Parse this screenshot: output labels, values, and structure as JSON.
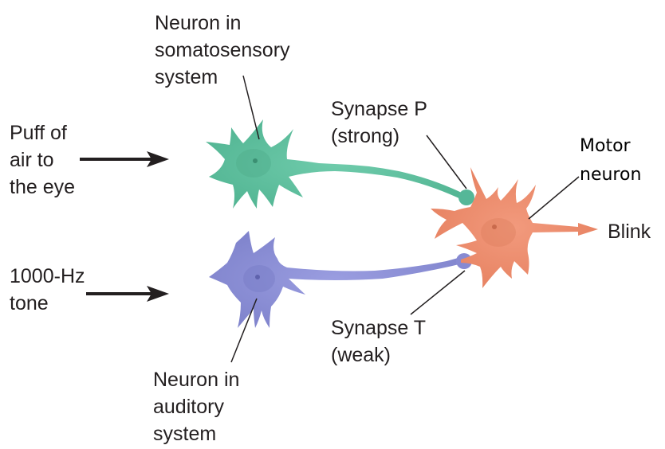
{
  "labels": {
    "somatosensory_neuron": "Neuron in\nsomatosensory\nsystem",
    "auditory_neuron": "Neuron in\nauditory\nsystem",
    "puff_stimulus": "Puff of\nair to\nthe eye",
    "tone_stimulus": "1000-Hz\ntone",
    "synapse_p": "Synapse P\n(strong)",
    "synapse_t": "Synapse T\n(weak)",
    "motor_neuron": "Motor\nneuron",
    "blink": "Blink"
  },
  "colors": {
    "somatosensory": "#5cbf9e",
    "auditory": "#8c8fd6",
    "motor": "#ee8a6c",
    "text": "#231f20"
  },
  "icons": {
    "stimulus_arrow": "arrow-right",
    "output_arrow": "arrow-right"
  }
}
